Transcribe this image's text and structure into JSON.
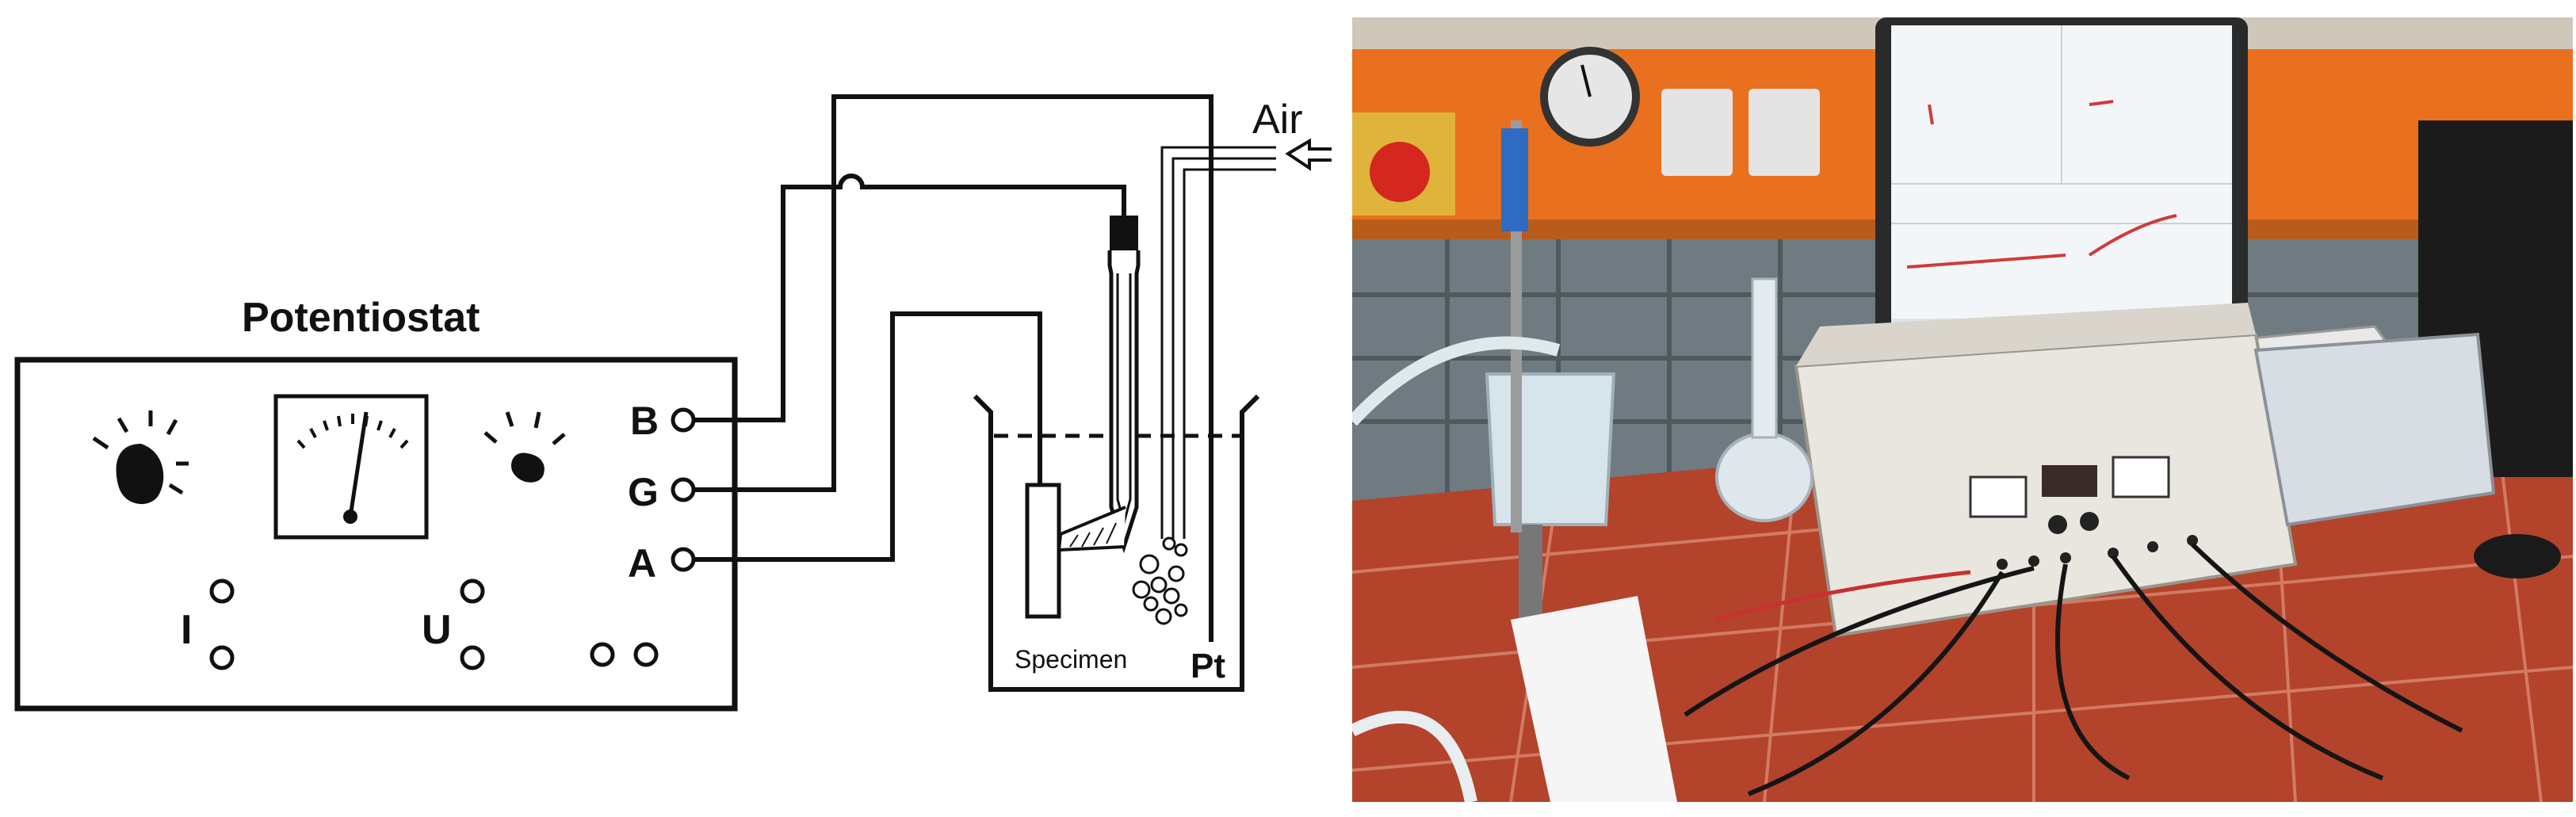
{
  "schematic": {
    "device_title": "Potentiostat",
    "terminals": [
      "B",
      "G",
      "A"
    ],
    "control_labels": {
      "current": "I",
      "voltage": "U"
    },
    "air_label": "Air",
    "specimen_label": "Specimen",
    "counter_electrode_label": "Pt"
  },
  "colors": {
    "line": "#111111",
    "cabinet_orange": "#e8701e",
    "bench_tile": "#b4432c",
    "instrument_body": "#e9e6df",
    "screen_bg": "#f3f6f8",
    "plot_trace": "#d23a3a"
  },
  "photo": {
    "subject": "electrochemical-test-bench-photo"
  }
}
